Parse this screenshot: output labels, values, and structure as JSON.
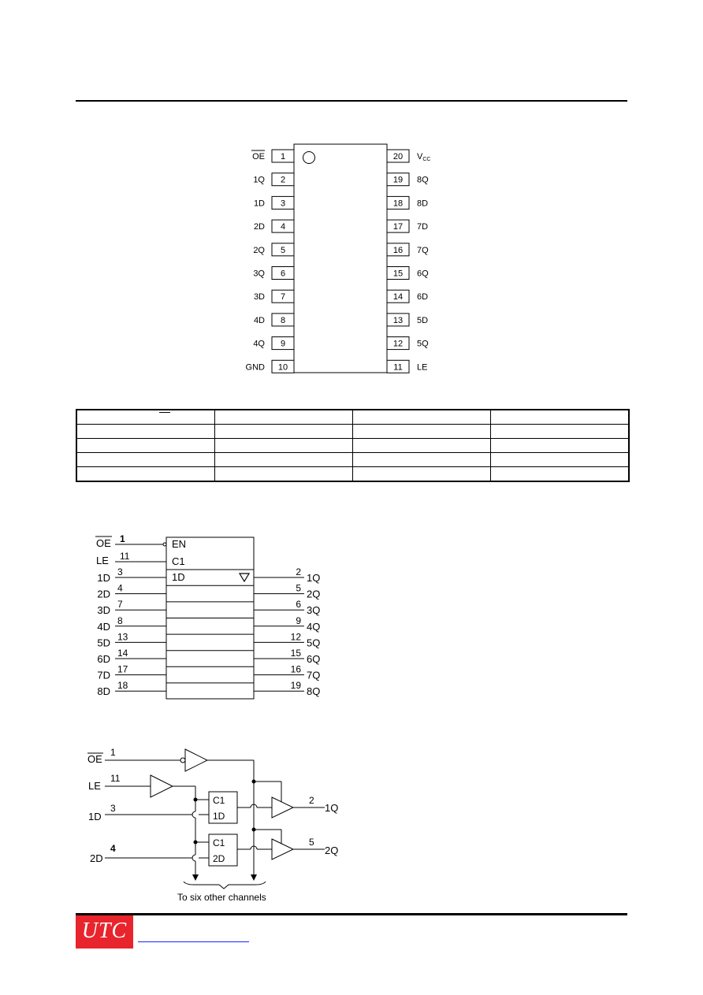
{
  "pin_diagram": {
    "left": [
      {
        "num": "1",
        "label": "OE",
        "overbar": true
      },
      {
        "num": "2",
        "label": "1Q"
      },
      {
        "num": "3",
        "label": "1D"
      },
      {
        "num": "4",
        "label": "2D"
      },
      {
        "num": "5",
        "label": "2Q"
      },
      {
        "num": "6",
        "label": "3Q"
      },
      {
        "num": "7",
        "label": "3D"
      },
      {
        "num": "8",
        "label": "4D"
      },
      {
        "num": "9",
        "label": "4Q"
      },
      {
        "num": "10",
        "label": "GND"
      }
    ],
    "right": [
      {
        "num": "20",
        "label": "V",
        "sub": "CC"
      },
      {
        "num": "19",
        "label": "8Q"
      },
      {
        "num": "18",
        "label": "8D"
      },
      {
        "num": "17",
        "label": "7D"
      },
      {
        "num": "16",
        "label": "7Q"
      },
      {
        "num": "15",
        "label": "6Q"
      },
      {
        "num": "14",
        "label": "6D"
      },
      {
        "num": "13",
        "label": "5D"
      },
      {
        "num": "12",
        "label": "5Q"
      },
      {
        "num": "11",
        "label": "LE"
      }
    ]
  },
  "logic_symbol": {
    "oe_label": "OE",
    "oe_pin": "1",
    "le_label": "LE",
    "le_pin": "11",
    "en_label": "EN",
    "c1_label": "C1",
    "d1_label": "1D",
    "inputs": [
      {
        "label": "1D",
        "pin": "3"
      },
      {
        "label": "2D",
        "pin": "4"
      },
      {
        "label": "3D",
        "pin": "7"
      },
      {
        "label": "4D",
        "pin": "8"
      },
      {
        "label": "5D",
        "pin": "13"
      },
      {
        "label": "6D",
        "pin": "14"
      },
      {
        "label": "7D",
        "pin": "17"
      },
      {
        "label": "8D",
        "pin": "18"
      }
    ],
    "outputs": [
      {
        "label": "1Q",
        "pin": "2"
      },
      {
        "label": "2Q",
        "pin": "5"
      },
      {
        "label": "3Q",
        "pin": "6"
      },
      {
        "label": "4Q",
        "pin": "9"
      },
      {
        "label": "5Q",
        "pin": "12"
      },
      {
        "label": "6Q",
        "pin": "15"
      },
      {
        "label": "7Q",
        "pin": "16"
      },
      {
        "label": "8Q",
        "pin": "19"
      }
    ]
  },
  "logic_diagram": {
    "oe_label": "OE",
    "oe_pin": "1",
    "le_label": "LE",
    "le_pin": "11",
    "d1_label": "1D",
    "d1_pin": "3",
    "d2_label": "2D",
    "d2_pin": "4",
    "latch_c": "C1",
    "latch1_d": "1D",
    "latch2_d": "2D",
    "q1_pin": "2",
    "q1_label": "1Q",
    "q2_pin": "5",
    "q2_label": "2Q",
    "note": "To six other channels"
  },
  "footer": {
    "logo_text": "UTC"
  }
}
